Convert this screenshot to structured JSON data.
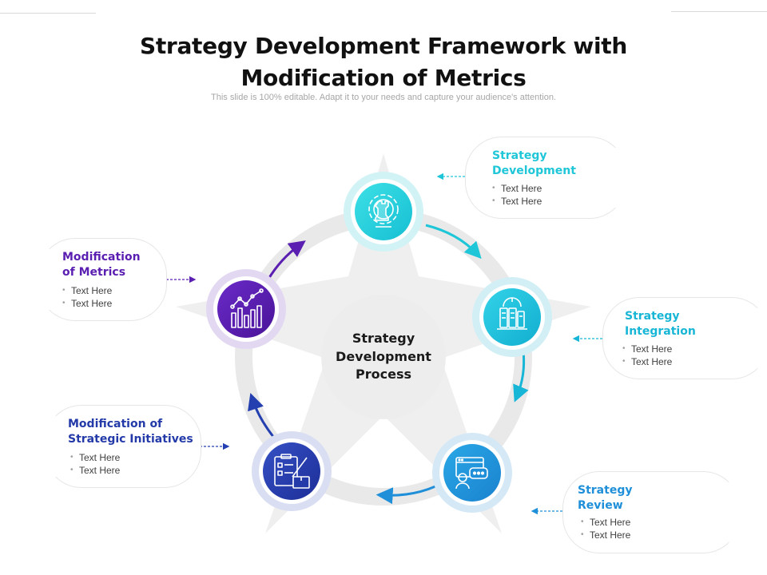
{
  "title": {
    "line1": "Strategy Development Framework with",
    "line2": "Modification of Metrics"
  },
  "subtitle": "This slide is 100% editable. Adapt it to your needs and capture your audience's attention.",
  "center": {
    "line1": "Strategy",
    "line2": "Development",
    "line3": "Process"
  },
  "colors": {
    "teal": "#21c4d6",
    "teal_dark": "#17b3cf",
    "blue": "#1e8fd8",
    "navy": "#233aa8",
    "purple": "#5a1fb1",
    "text": "#1a1a1a",
    "muted": "#a6a6a6"
  },
  "stages": [
    {
      "id": "strategy-development",
      "title": [
        "Strategy",
        "Development"
      ],
      "bullets": [
        "Text Here",
        "Text Here"
      ],
      "icon": "chess-gear-icon",
      "color": "#21c4d6"
    },
    {
      "id": "strategy-integration",
      "title": [
        "Strategy",
        "Integration"
      ],
      "bullets": [
        "Text Here",
        "Text Here"
      ],
      "icon": "server-network-icon",
      "color": "#17b3cf"
    },
    {
      "id": "strategy-review",
      "title": [
        "Strategy",
        "Review"
      ],
      "bullets": [
        "Text Here",
        "Text Here"
      ],
      "icon": "chat-review-icon",
      "color": "#1e8fd8"
    },
    {
      "id": "modification-of-strategic-initiatives",
      "title": [
        "Modification of",
        "Strategic Initiatives"
      ],
      "bullets": [
        "Text Here",
        "Text Here"
      ],
      "icon": "checklist-pencil-icon",
      "color": "#233aa8"
    },
    {
      "id": "modification-of-metrics",
      "title": [
        "Modification",
        "of Metrics"
      ],
      "bullets": [
        "Text Here",
        "Text Here"
      ],
      "icon": "growth-chart-icon",
      "color": "#5a1fb1"
    }
  ]
}
